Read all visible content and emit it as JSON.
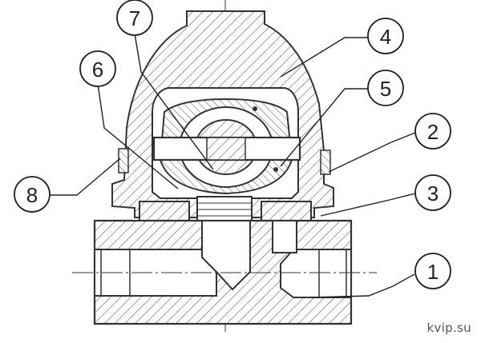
{
  "colors": {
    "stroke": "#333333",
    "hatch": "#555555",
    "background": "#ffffff"
  },
  "callouts": [
    {
      "label": "1"
    },
    {
      "label": "2"
    },
    {
      "label": "3"
    },
    {
      "label": "4"
    },
    {
      "label": "5"
    },
    {
      "label": "6"
    },
    {
      "label": "7"
    },
    {
      "label": "8"
    }
  ],
  "watermark": "kvip.su"
}
